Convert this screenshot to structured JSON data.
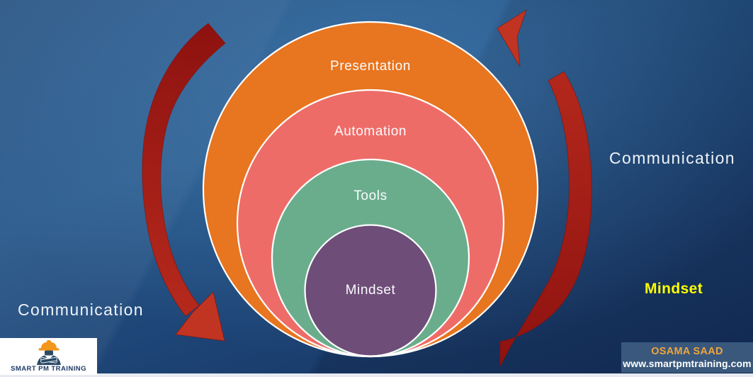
{
  "diagram": {
    "rings": [
      {
        "label": "Presentation",
        "color": "#E8751F"
      },
      {
        "label": "Automation",
        "color": "#EE6C68"
      },
      {
        "label": "Tools",
        "color": "#6AAD8C"
      },
      {
        "label": "Mindset",
        "color": "#6E4D78"
      }
    ],
    "labels": {
      "communication_left": "Communication",
      "communication_right": "Communication",
      "mindset_highlight": "Mindset"
    },
    "arrow_color_dark": "#8E1210",
    "arrow_color_bright": "#C23422",
    "ring_border_color": "#FFFFFF"
  },
  "branding": {
    "logo_text": "SMART PM TRAINING",
    "logo_icon": "construction-worker-icon",
    "helmet_color": "#F2971B",
    "figure_color": "#2C4A66"
  },
  "footer": {
    "author": "OSAMA SAAD",
    "website": "www.smartpmtraining.com"
  },
  "colors": {
    "background_center": "#2B5A8C",
    "background_corner": "#142F5C",
    "highlight_yellow": "#FFFF00",
    "footer_box": "#3D5C80",
    "footer_author_orange": "#F0A43C",
    "bottom_strip": "#E7EBF1"
  }
}
